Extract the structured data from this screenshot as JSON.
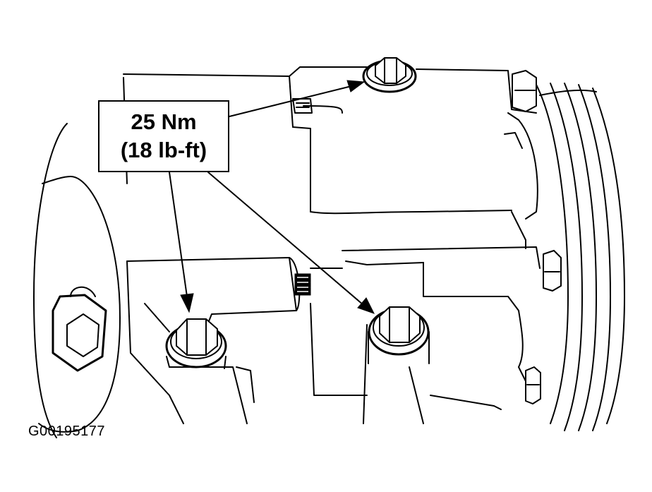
{
  "callout": {
    "torque_metric": "25 Nm",
    "torque_imperial": "(18 lb-ft)"
  },
  "figure_id": "G00195177",
  "colors": {
    "ink": "#000000",
    "paper": "#ffffff"
  }
}
